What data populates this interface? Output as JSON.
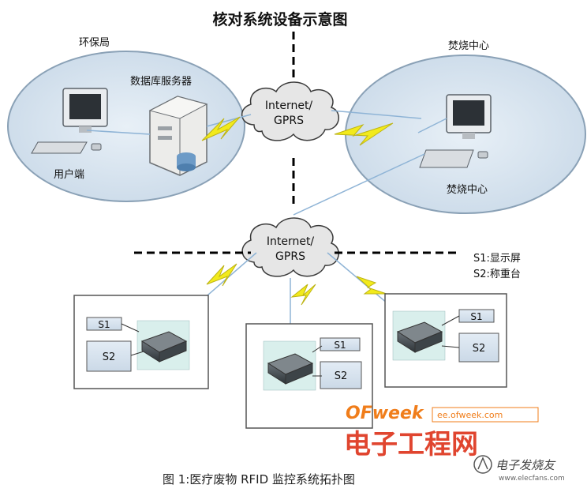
{
  "title": "核对系统设备示意图",
  "left_site": {
    "name": "环保局",
    "server_label": "数据库服务器",
    "client_label": "用户端"
  },
  "right_site": {
    "name_top": "焚烧中心",
    "name_bottom": "焚烧中心"
  },
  "clouds": [
    {
      "line1": "Internet/",
      "line2": "GPRS"
    },
    {
      "line1": "Internet/",
      "line2": "GPRS"
    }
  ],
  "legend": {
    "s1": "S1:显示屏",
    "s2": "S2:称重台"
  },
  "stations": [
    {
      "s1": "S1",
      "s2": "S2"
    },
    {
      "s1": "S1",
      "s2": "S2"
    },
    {
      "s1": "S1",
      "s2": "S2"
    }
  ],
  "watermark": {
    "brand": "OFweek",
    "url": "ee.ofweek.com",
    "cn_name": "电子工程网",
    "corner_site": "电子发烧友",
    "corner_url": "www.elecfans.com"
  },
  "caption": "图 1:医疗废物 RFID 监控系统拓扑图",
  "colors": {
    "ellipse_fill": "#d9e6f2",
    "ellipse_stroke": "#8aa1b6",
    "bolt": "#f2ea1c",
    "cloud": "#e6e6e6",
    "link_line": "#8fb4d6",
    "brand_orange": "#f07d1a",
    "brand_red": "#e0452f",
    "box_fill": "#d6e2ef"
  }
}
